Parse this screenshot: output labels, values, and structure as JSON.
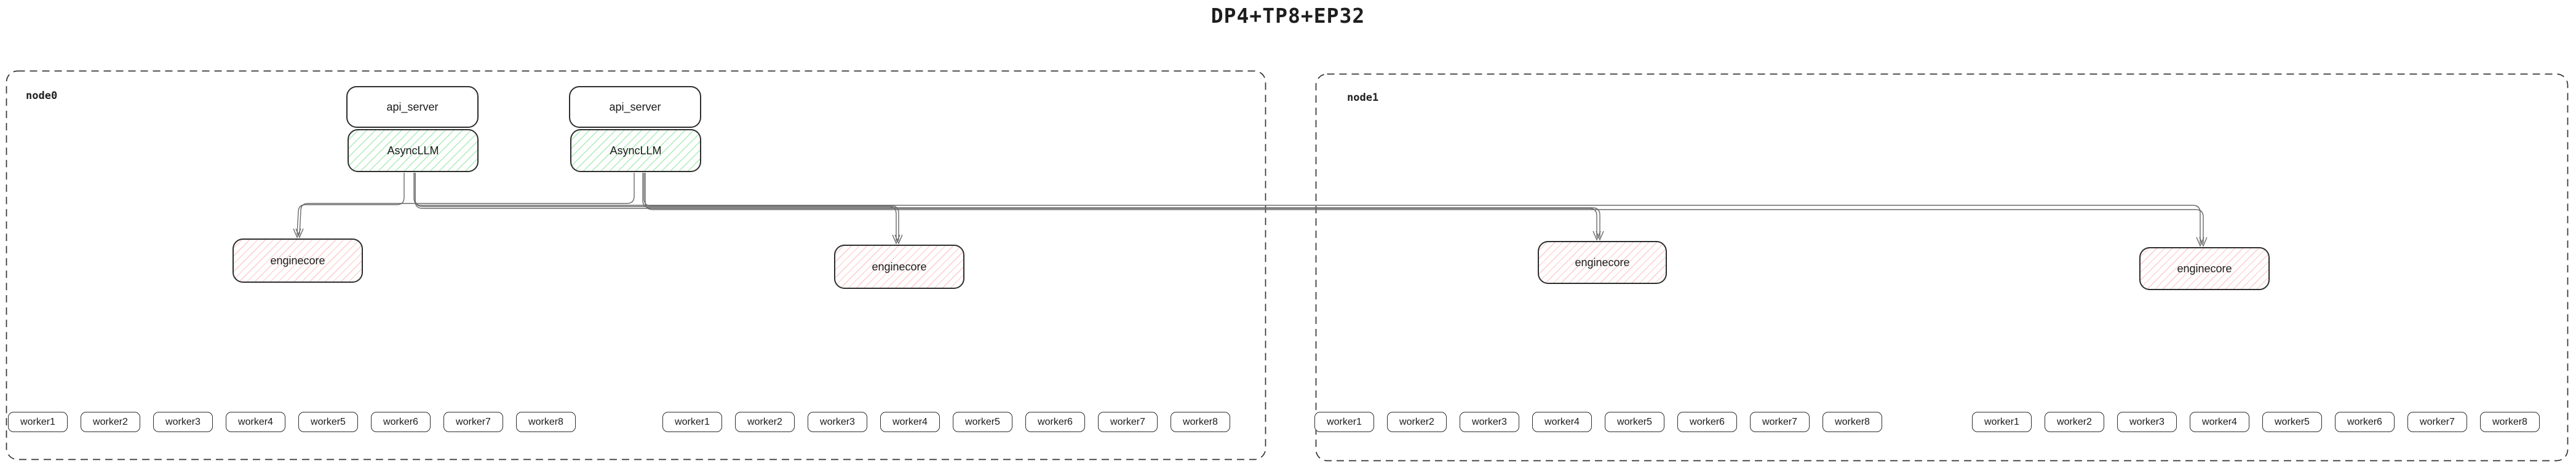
{
  "title": "DP4+TP8+EP32",
  "colors": {
    "background": "#ffffff",
    "box_border": "#2d2d2d",
    "asyncllm_hatch": "#69db7c",
    "enginecore_hatch": "#ff8787",
    "connector": "#6a6a6a",
    "node_border": "#333333"
  },
  "nodes": [
    {
      "label": "node0",
      "api_server_stacks": [
        {
          "api_server": "api_server",
          "asyncllm": "AsyncLLM"
        },
        {
          "api_server": "api_server",
          "asyncllm": "AsyncLLM"
        }
      ],
      "enginecores": [
        "enginecore",
        "enginecore"
      ],
      "worker_groups": [
        [
          "worker1",
          "worker2",
          "worker3",
          "worker4",
          "worker5",
          "worker6",
          "worker7",
          "worker8"
        ],
        [
          "worker1",
          "worker2",
          "worker3",
          "worker4",
          "worker5",
          "worker6",
          "worker7",
          "worker8"
        ]
      ]
    },
    {
      "label": "node1",
      "api_server_stacks": [],
      "enginecores": [
        "enginecore",
        "enginecore"
      ],
      "worker_groups": [
        [
          "worker1",
          "worker2",
          "worker3",
          "worker4",
          "worker5",
          "worker6",
          "worker7",
          "worker8"
        ],
        [
          "worker1",
          "worker2",
          "worker3",
          "worker4",
          "worker5",
          "worker6",
          "worker7",
          "worker8"
        ]
      ]
    }
  ]
}
